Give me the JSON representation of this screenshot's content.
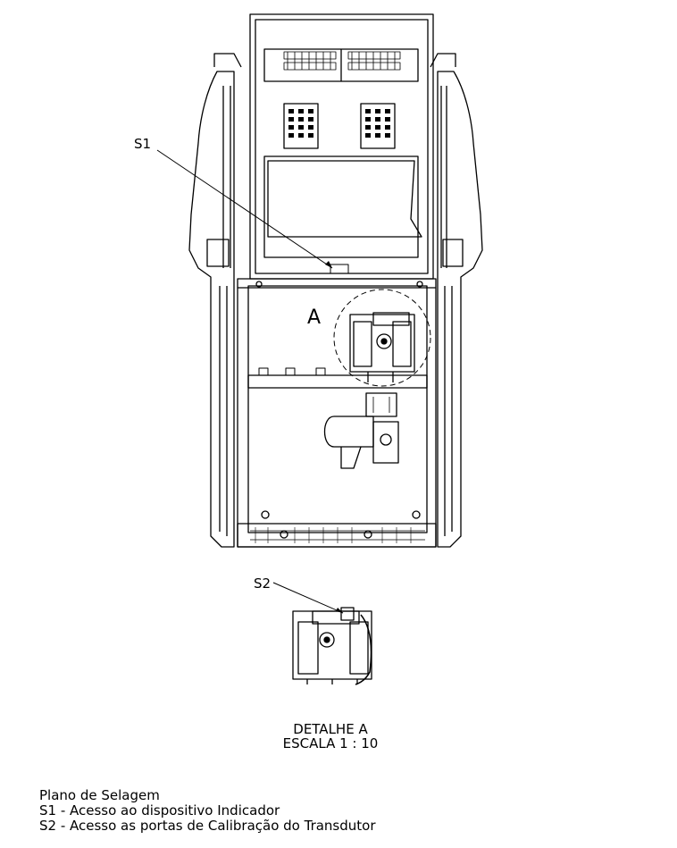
{
  "labels": {
    "s1": "S1",
    "s2": "S2",
    "detail_marker": "A"
  },
  "detail_caption": {
    "title": "DETALHE A",
    "scale": "ESCALA 1 : 10"
  },
  "legend": {
    "title": "Plano de Selagem",
    "items": [
      "S1 - Acesso ao dispositivo Indicador",
      "S2 - Acesso as portas de Calibração do Transdutor"
    ]
  }
}
